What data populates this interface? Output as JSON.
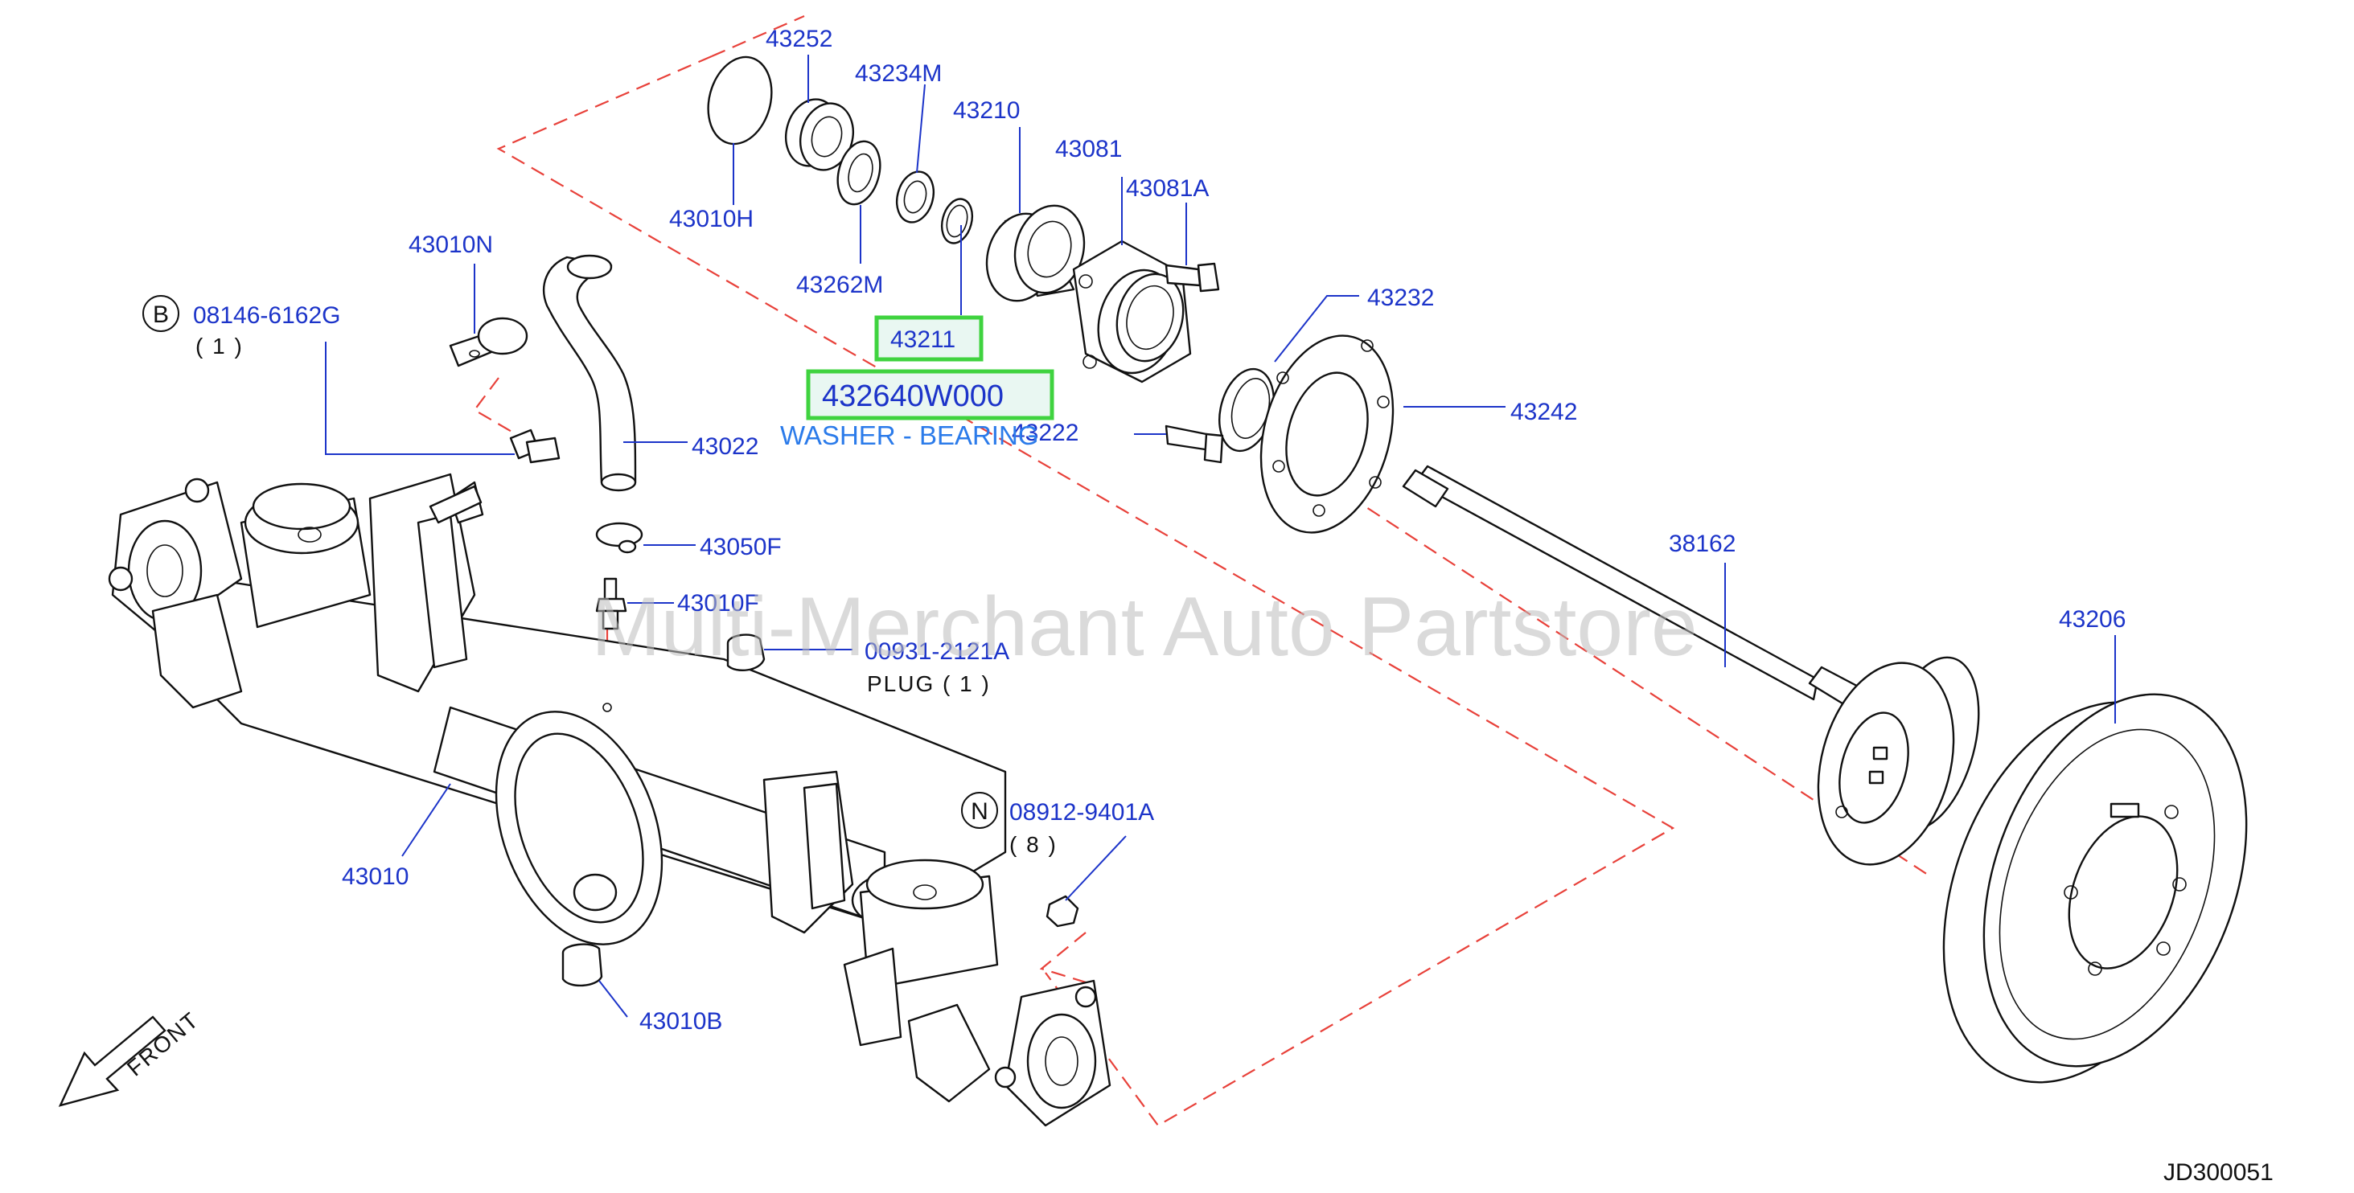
{
  "diagram": {
    "part_labels": {
      "p43252": "43252",
      "p43234M": "43234M",
      "p43210": "43210",
      "p43081": "43081",
      "p43081A": "43081A",
      "p43010H": "43010H",
      "p43262M": "43262M",
      "p43232": "43232",
      "p43010N": "43010N",
      "p43211": "43211",
      "p43022": "43022",
      "p43222": "43222",
      "p43242": "43242",
      "p43050F": "43050F",
      "p43010F": "43010F",
      "p38162": "38162",
      "p43206": "43206",
      "p00931_2121A": "00931-2121A",
      "p08912_9401A": "08912-9401A",
      "p43010": "43010",
      "p43010B": "43010B",
      "p08146_6162G": "08146-6162G"
    },
    "bolt_B": {
      "symbol": "B",
      "qty": "( 1 )"
    },
    "nut_N": {
      "symbol": "N",
      "qty": "( 8 )"
    },
    "plug_note": "PLUG  ( 1 )",
    "highlight": {
      "part_number": "432640W000",
      "description": "WASHER - BEARING"
    },
    "front_label": "FRONT",
    "watermark": "Multi-Merchant Auto Partstore",
    "diagram_code": "JD300051"
  },
  "colors": {
    "label_blue": "#1c34c9",
    "description_blue": "#2b7bea",
    "dash_red": "#e8413a",
    "highlight_green": "#3fd33f"
  }
}
